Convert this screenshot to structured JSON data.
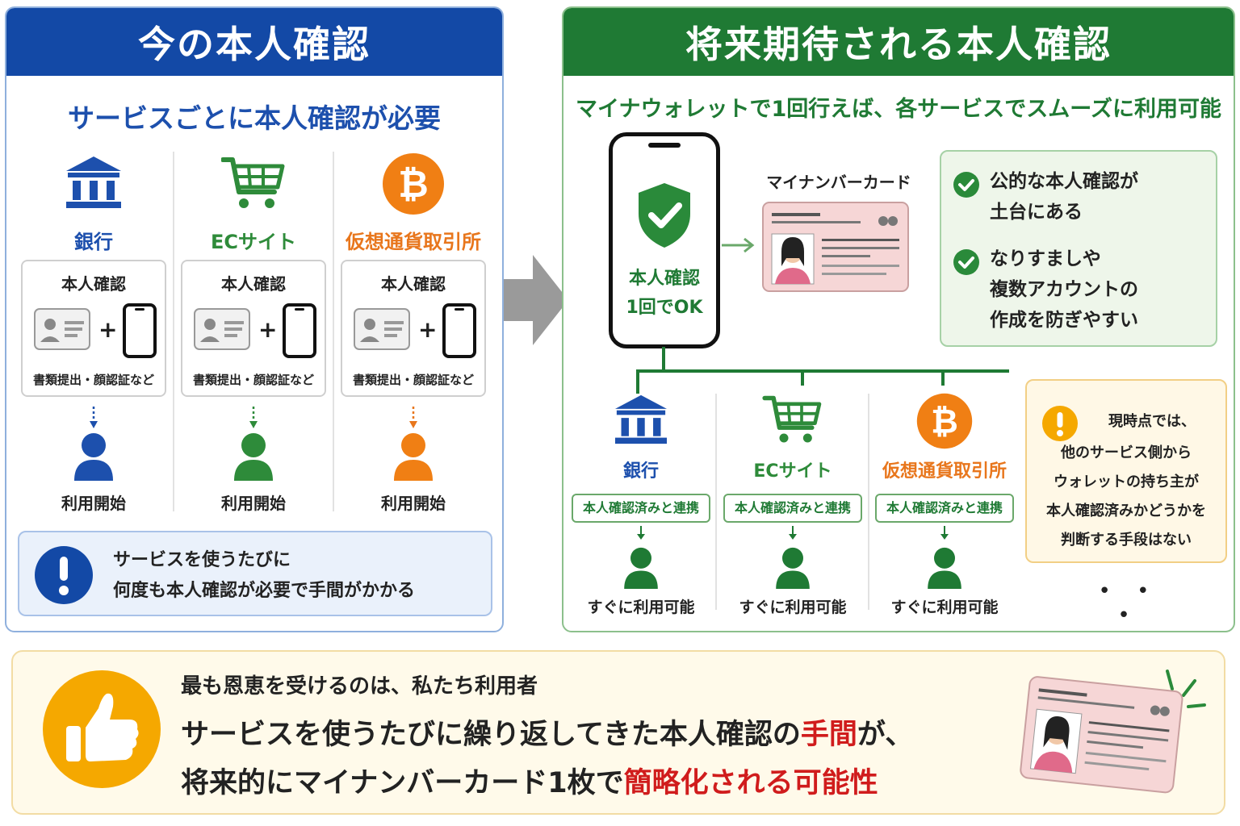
{
  "left": {
    "title": "今の本人確認",
    "subtitle": "サービスごとに本人確認が必要",
    "services": [
      {
        "label": "銀行",
        "icon": "bank-icon",
        "color": "#1d50ad"
      },
      {
        "label": "ECサイト",
        "icon": "cart-icon",
        "color": "#2e8b3a"
      },
      {
        "label": "仮想通貨取引所",
        "icon": "bitcoin-icon",
        "color": "#e8761c"
      }
    ],
    "box_title": "本人確認",
    "box_plus": "+",
    "box_caption": "書類提出・顔認証など",
    "start_label": "利用開始",
    "note_line1": "サービスを使うたびに",
    "note_line2": "何度も本人確認が必要で手間がかかる",
    "note_icon": "!"
  },
  "right": {
    "title": "将来期待される本人確認",
    "subtitle": "マイナウォレットで1回行えば、各サービスでスムーズに利用可能",
    "phone_line1": "本人確認",
    "phone_line2": "1回でOK",
    "card_label": "マイナンバーカード",
    "benefits": [
      {
        "line1": "公的な本人確認が",
        "line2": "土台にある"
      },
      {
        "line1": "なりすましや",
        "line2": "複数アカウントの",
        "line3": "作成を防ぎやすい"
      }
    ],
    "services": [
      {
        "label": "銀行",
        "icon": "bank-icon",
        "color": "#1d50ad"
      },
      {
        "label": "ECサイト",
        "icon": "cart-icon",
        "color": "#2e8b3a"
      },
      {
        "label": "仮想通貨取引所",
        "icon": "bitcoin-icon",
        "color": "#e8761c"
      }
    ],
    "linked_label": "本人確認済みと連携",
    "ready_label": "すぐに利用可能",
    "warning": {
      "icon": "!",
      "line1": "現時点では、",
      "line2": "他のサービス側から",
      "line3": "ウォレットの持ち主が",
      "line4": "本人確認済みかどうかを",
      "line5": "判断する手段はない"
    },
    "more_dots": "• • •"
  },
  "bottom": {
    "line1": "最も恩恵を受けるのは、私たち利用者",
    "line2_a": "サービスを使うたびに繰り返してきた本人確認の",
    "line2_red": "手間",
    "line2_b": "が、",
    "line3_a": "将来的にマイナンバーカード1枚で",
    "line3_red": "簡略化される可能性"
  },
  "colors": {
    "blue": "#1349a6",
    "green": "#1f7a34",
    "orange": "#e8761c",
    "red": "#d01c1c",
    "yellow": "#f5a800"
  }
}
